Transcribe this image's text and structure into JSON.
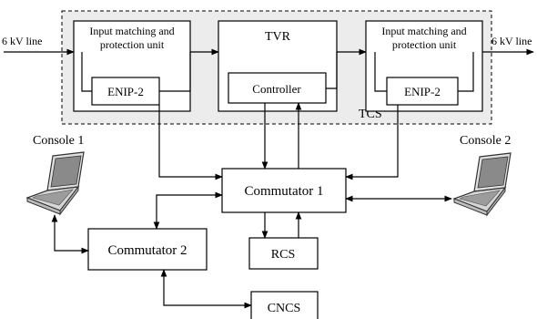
{
  "tcs": {
    "label": "TCS"
  },
  "blocks": {
    "imp_left": {
      "line1": "Input matching and",
      "line2": "protection unit",
      "sub": "ENIP-2"
    },
    "tvr": {
      "title": "TVR",
      "sub": "Controller"
    },
    "imp_right": {
      "line1": "Input matching and",
      "line2": "protection unit",
      "sub": "ENIP-2"
    },
    "commutator1": "Commutator 1",
    "commutator2": "Commutator 2",
    "rcs": "RCS",
    "cncs": "CNCS"
  },
  "lines": {
    "in": "6 kV line",
    "out": "6 kV line"
  },
  "consoles": {
    "left": "Console 1",
    "right": "Console 2"
  },
  "icons": {
    "laptop": "laptop-icon"
  }
}
